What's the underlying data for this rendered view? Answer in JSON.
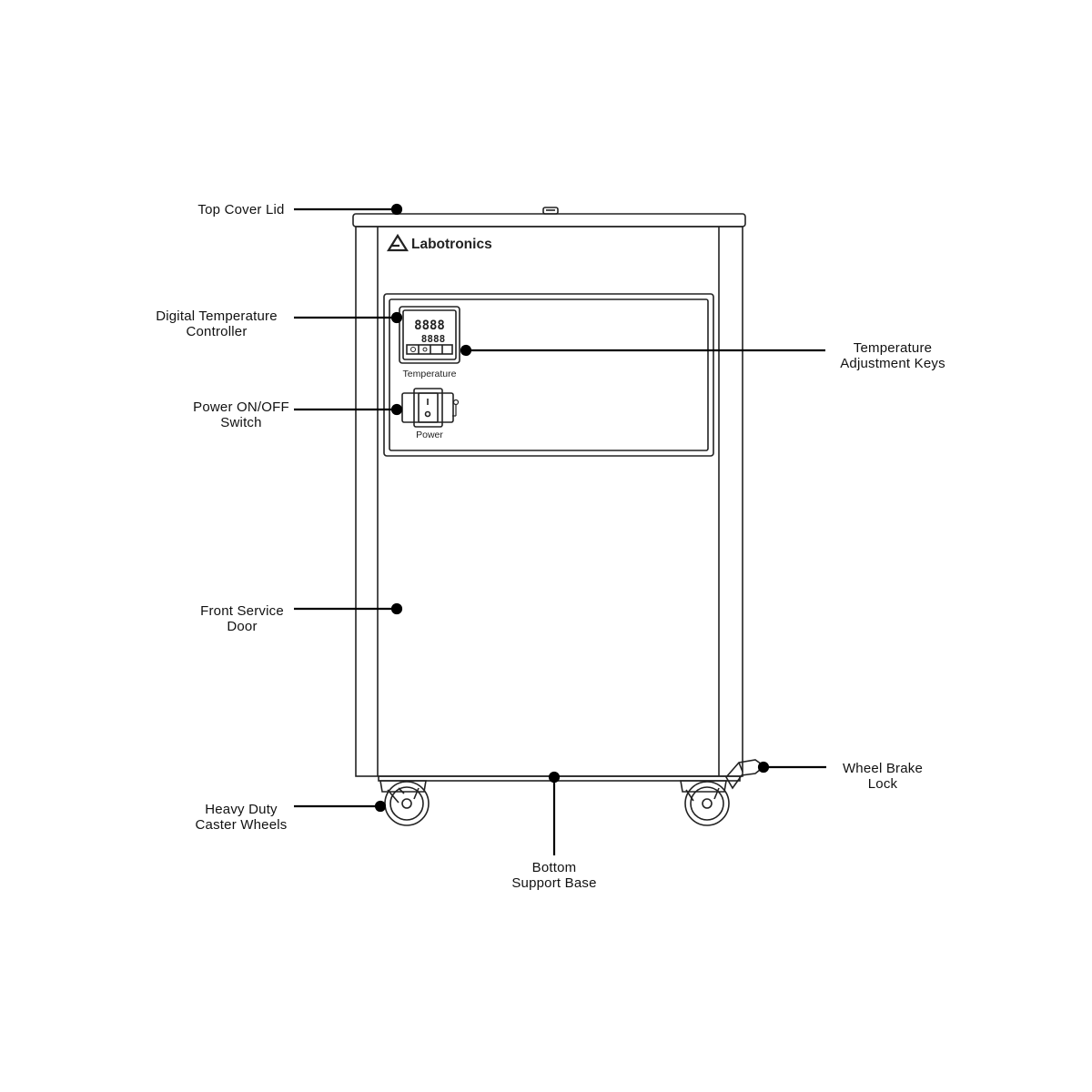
{
  "brand": {
    "name": "Labotronics",
    "logo_icon": "triangle-logo-icon"
  },
  "panel": {
    "controller_caption": "Temperature",
    "switch_caption": "Power",
    "display_top": "8888",
    "display_bottom": "8888"
  },
  "labels": {
    "top_cover_lid": [
      "Top Cover Lid"
    ],
    "digital_temperature_controller": [
      "Digital Temperature",
      "Controller"
    ],
    "power_switch": [
      "Power ON/OFF",
      "Switch"
    ],
    "front_service_door": [
      "Front Service",
      "Door"
    ],
    "caster_wheels": [
      "Heavy Duty",
      "Caster Wheels"
    ],
    "bottom_support_base": [
      "Bottom",
      "Support Base"
    ],
    "wheel_brake_lock": [
      "Wheel Brake",
      "Lock"
    ],
    "temperature_adjustment_keys": [
      "Temperature",
      "Adjustment Keys"
    ]
  },
  "colors": {
    "line": "#222222",
    "leader": "#000000",
    "background": "#ffffff"
  }
}
